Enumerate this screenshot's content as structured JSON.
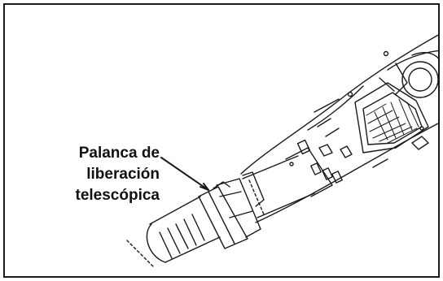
{
  "figure": {
    "callout_lines": [
      "Palanca de",
      "liberación",
      "telescópica"
    ],
    "line_color": "#1a1a1a",
    "background_color": "#ffffff"
  }
}
